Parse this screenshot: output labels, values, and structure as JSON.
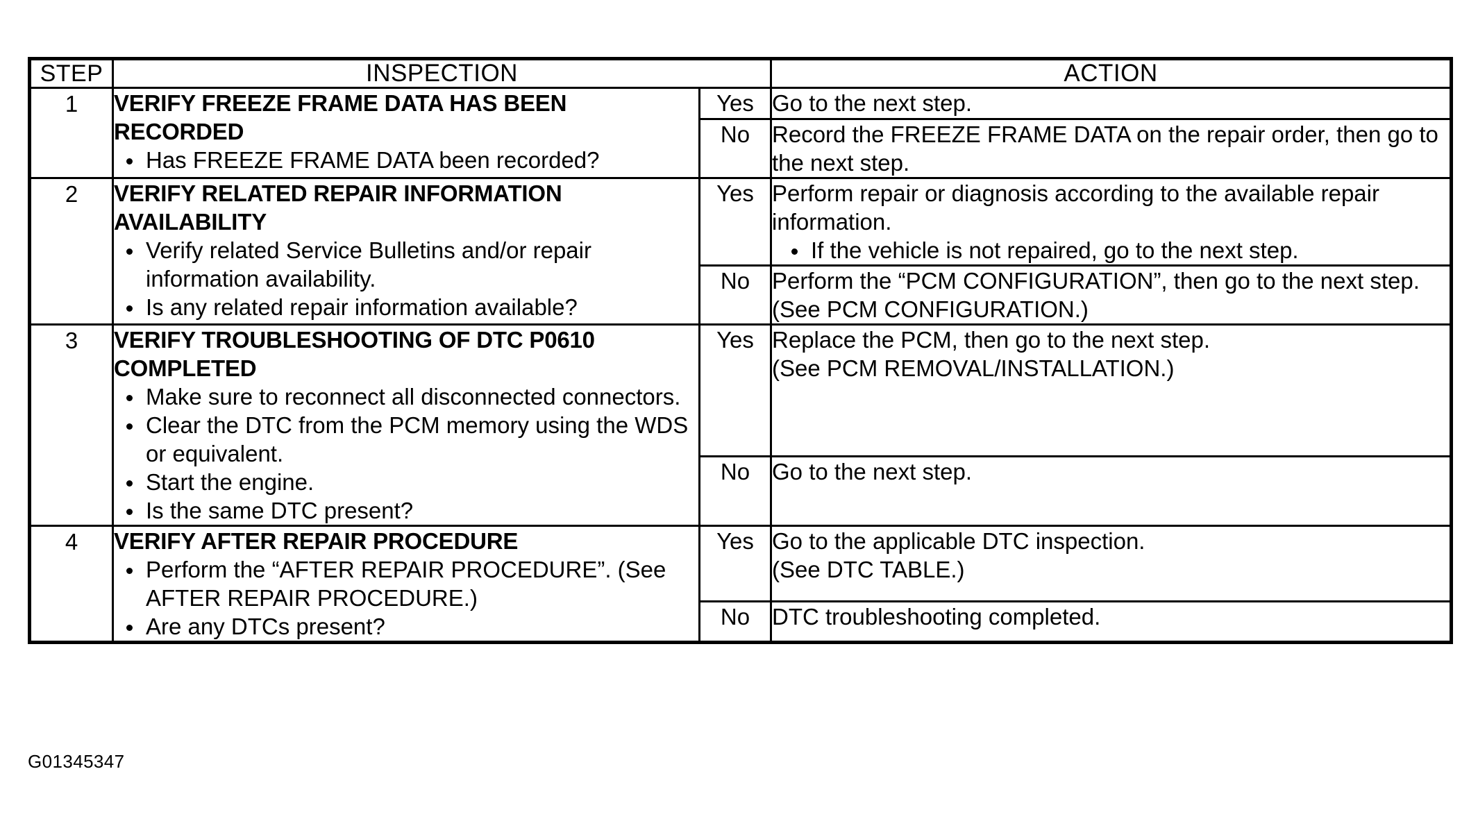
{
  "figure_id": "G01345347",
  "table": {
    "headers": {
      "step": "STEP",
      "inspection": "INSPECTION",
      "action": "ACTION"
    },
    "answers": {
      "yes": "Yes",
      "no": "No"
    },
    "rows": [
      {
        "step": "1",
        "inspection": {
          "title": "VERIFY FREEZE FRAME DATA HAS BEEN RECORDED",
          "bullets": [
            "Has FREEZE FRAME DATA been recorded?"
          ]
        },
        "actions": [
          {
            "answer": "Yes",
            "lines": [
              "Go to the next step."
            ],
            "bullets": []
          },
          {
            "answer": "No",
            "lines": [
              "Record the FREEZE FRAME DATA on the repair order, then go to the next step."
            ],
            "bullets": []
          }
        ]
      },
      {
        "step": "2",
        "inspection": {
          "title": "VERIFY RELATED REPAIR INFORMATION AVAILABILITY",
          "bullets": [
            "Verify related Service Bulletins and/or repair information availability.",
            "Is any related repair information available?"
          ]
        },
        "actions": [
          {
            "answer": "Yes",
            "lines": [
              "Perform repair or diagnosis according to the available repair information."
            ],
            "bullets": [
              "If the vehicle is not repaired, go to the next step."
            ]
          },
          {
            "answer": "No",
            "lines": [
              "Perform the “PCM CONFIGURATION”, then go to the next step.",
              "(See PCM CONFIGURATION.)"
            ],
            "bullets": []
          }
        ]
      },
      {
        "step": "3",
        "inspection": {
          "title": "VERIFY TROUBLESHOOTING OF DTC P0610 COMPLETED",
          "bullets": [
            "Make sure to reconnect all disconnected connectors.",
            "Clear the DTC from the PCM memory using the WDS or equivalent.",
            "Start the engine.",
            "Is the same DTC present?"
          ]
        },
        "actions": [
          {
            "answer": "Yes",
            "lines": [
              "Replace the PCM, then go to the next step.",
              "(See PCM REMOVAL/INSTALLATION.)"
            ],
            "bullets": []
          },
          {
            "answer": "No",
            "lines": [
              "Go to the next step."
            ],
            "bullets": []
          }
        ]
      },
      {
        "step": "4",
        "inspection": {
          "title": "VERIFY AFTER REPAIR PROCEDURE",
          "bullets": [
            "Perform the “AFTER REPAIR PROCEDURE”. (See AFTER REPAIR PROCEDURE.)",
            "Are any DTCs present?"
          ]
        },
        "actions": [
          {
            "answer": "Yes",
            "lines": [
              "Go to the applicable DTC inspection.",
              "(See DTC TABLE.)"
            ],
            "bullets": []
          },
          {
            "answer": "No",
            "lines": [
              "DTC troubleshooting completed."
            ],
            "bullets": []
          }
        ]
      }
    ]
  }
}
